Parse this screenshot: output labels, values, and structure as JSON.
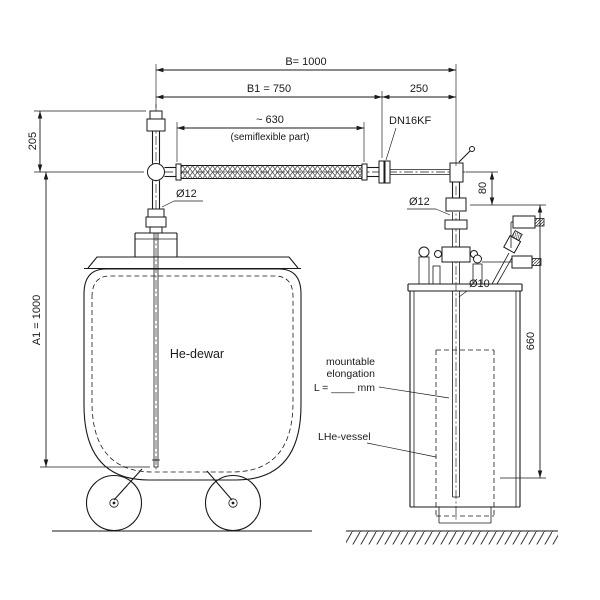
{
  "dims": {
    "B": "B= 1000",
    "B1": "B1 = 750",
    "w250": "250",
    "h205": "205",
    "flex": "~ 630",
    "flex_note": "(semiflexible part)",
    "dn": "DN16KF",
    "dia12_left": "Ø12",
    "dia12_right": "Ø12",
    "h80": "80",
    "dia10": "Ø10",
    "h660": "660",
    "A1": "A1 = 1000"
  },
  "labels": {
    "dewar": "He-dewar",
    "elong1": "mountable",
    "elong2": "elongation",
    "elong3": "L = ____ mm",
    "vessel": "LHe-vessel"
  }
}
